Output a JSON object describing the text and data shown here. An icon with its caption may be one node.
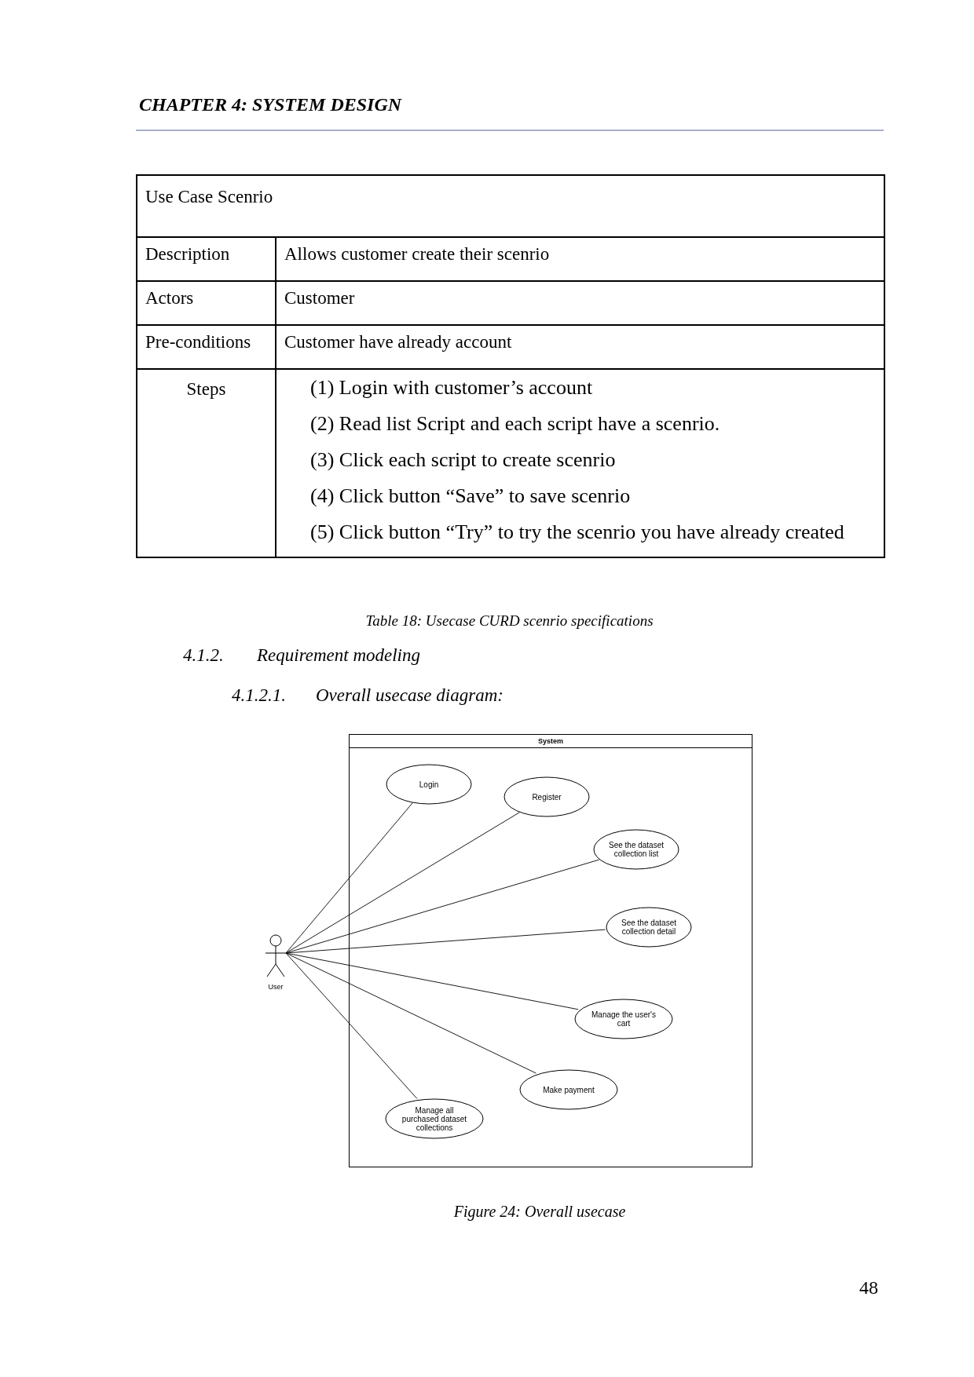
{
  "diagram": {
    "caption": "Figure 24: Overall usecase",
    "nodes": [
      {
        "text": [
          "System"
        ]
      },
      {
        "text": [
          "User"
        ]
      },
      {
        "text": [
          "Login"
        ],
        "in": 0
      },
      {
        "text": [
          "Register"
        ],
        "in": 0
      },
      {
        "text": [
          "See the dataset collection list"
        ],
        "in": 0
      },
      {
        "text": [
          "See the dataset collection detail"
        ],
        "in": 0
      },
      {
        "text": [
          "Manage the user's cart"
        ],
        "in": 0
      },
      {
        "text": [
          "Make payment"
        ],
        "in": 0
      },
      {
        "text": [
          "Manage all purchased dataset collections"
        ],
        "in": 0
      }
    ],
    "edges": [
      {
        "from": 1,
        "to": 2,
        "arrow": "none"
      },
      {
        "from": 1,
        "to": 3,
        "arrow": "none"
      },
      {
        "from": 1,
        "to": 4,
        "arrow": "none"
      },
      {
        "from": 1,
        "to": 5,
        "arrow": "none"
      },
      {
        "from": 1,
        "to": 6,
        "arrow": "none"
      },
      {
        "from": 1,
        "to": 7,
        "arrow": "none"
      },
      {
        "from": 1,
        "to": 8,
        "arrow": "none"
      }
    ],
    "labels": [
      "CHAPTER 4: SYSTEM DESIGN",
      "Use Case Scenrio",
      "Description",
      "Allows customer create their scenrio",
      "Actors",
      "Customer",
      "Pre-conditions",
      "Customer have already account",
      "Steps",
      "(1) Login with customer’s account",
      "(2) Read list Script and each script have a scenrio.",
      "(3) Click each script to create scenrio",
      "(4) Click button “Save” to save scenrio",
      "(5) Click button “Try” to try the scenrio you have already created",
      "Table 18: Usecase CURD scenrio specifications",
      "4.1.2.",
      "Requirement modeling",
      "4.1.2.1.",
      "Overall usecase diagram:",
      "48"
    ]
  }
}
